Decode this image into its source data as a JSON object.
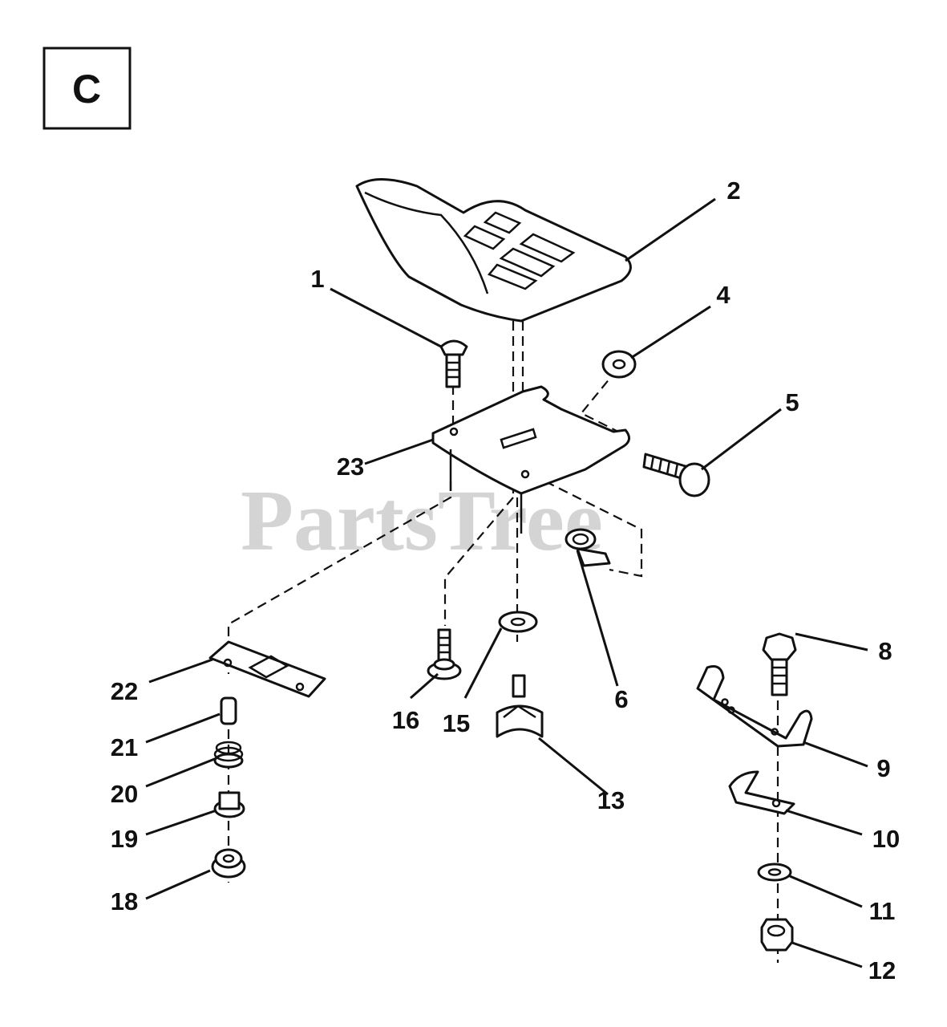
{
  "section_label": "C",
  "watermark": "PartsTree",
  "parts": [
    {
      "id": "p1",
      "label": "1"
    },
    {
      "id": "p2",
      "label": "2"
    },
    {
      "id": "p4",
      "label": "4"
    },
    {
      "id": "p5",
      "label": "5"
    },
    {
      "id": "p6",
      "label": "6"
    },
    {
      "id": "p8",
      "label": "8"
    },
    {
      "id": "p9",
      "label": "9"
    },
    {
      "id": "p10",
      "label": "10"
    },
    {
      "id": "p11",
      "label": "11"
    },
    {
      "id": "p12",
      "label": "12"
    },
    {
      "id": "p13",
      "label": "13"
    },
    {
      "id": "p15",
      "label": "15"
    },
    {
      "id": "p16",
      "label": "16"
    },
    {
      "id": "p18",
      "label": "18"
    },
    {
      "id": "p19",
      "label": "19"
    },
    {
      "id": "p20",
      "label": "20"
    },
    {
      "id": "p21",
      "label": "21"
    },
    {
      "id": "p22",
      "label": "22"
    },
    {
      "id": "p23",
      "label": "23"
    }
  ]
}
